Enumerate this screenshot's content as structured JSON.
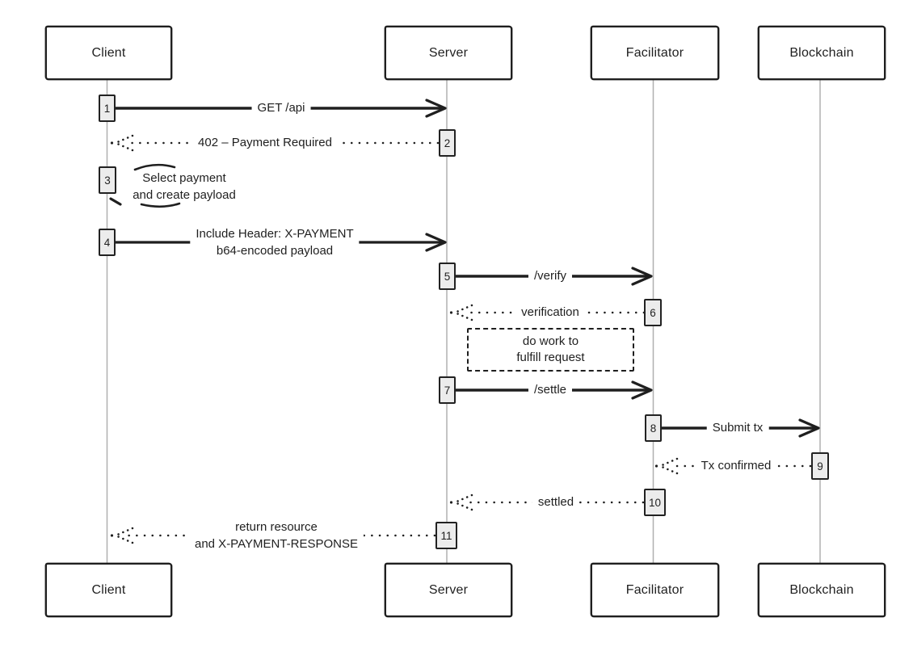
{
  "actors": [
    {
      "name": "Client"
    },
    {
      "name": "Server"
    },
    {
      "name": "Facilitator"
    },
    {
      "name": "Blockchain"
    }
  ],
  "messages": [
    {
      "step": "1",
      "from": "Client",
      "to": "Server",
      "kind": "solid-arrow",
      "label": "GET /api"
    },
    {
      "step": "2",
      "from": "Server",
      "to": "Client",
      "kind": "dotted-arrow",
      "label": "402 – Payment Required"
    },
    {
      "step": "3",
      "from": "Client",
      "to": "Client",
      "kind": "self-action",
      "line1": "Select payment",
      "line2": "and create payload"
    },
    {
      "step": "4",
      "from": "Client",
      "to": "Server",
      "kind": "solid-arrow",
      "line1": "Include Header: X-PAYMENT",
      "line2": "b64-encoded payload"
    },
    {
      "step": "5",
      "from": "Server",
      "to": "Facilitator",
      "kind": "solid-arrow",
      "label": "/verify"
    },
    {
      "step": "6",
      "from": "Facilitator",
      "to": "Server",
      "kind": "dotted-arrow",
      "label": "verification"
    },
    {
      "step": "7",
      "from": "Server",
      "to": "Facilitator",
      "kind": "solid-arrow",
      "label": "/settle"
    },
    {
      "step": "8",
      "from": "Facilitator",
      "to": "Blockchain",
      "kind": "solid-arrow",
      "label": "Submit tx"
    },
    {
      "step": "9",
      "from": "Blockchain",
      "to": "Facilitator",
      "kind": "dotted-arrow",
      "label": "Tx confirmed"
    },
    {
      "step": "10",
      "from": "Facilitator",
      "to": "Server",
      "kind": "dotted-arrow",
      "label": "settled"
    },
    {
      "step": "11",
      "from": "Server",
      "to": "Client",
      "kind": "dotted-arrow",
      "line1": "return resource",
      "line2": "and X-PAYMENT-RESPONSE"
    }
  ],
  "note": {
    "line1": "do work to",
    "line2": "fulfill request"
  },
  "colors": {
    "ink": "#1f1f1f",
    "lifeline": "#b0b0b0",
    "chip_fill": "#ececec",
    "background": "#ffffff"
  }
}
